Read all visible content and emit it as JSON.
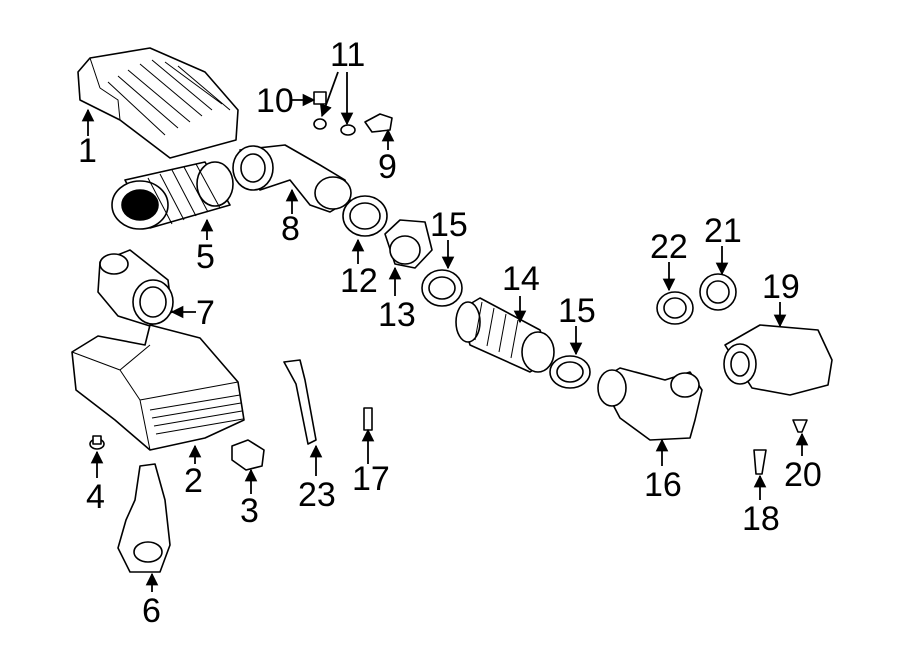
{
  "callouts": {
    "c1": "1",
    "c2": "2",
    "c3": "3",
    "c4": "4",
    "c5": "5",
    "c6": "6",
    "c7": "7",
    "c8": "8",
    "c9": "9",
    "c10": "10",
    "c11": "11",
    "c12": "12",
    "c13": "13",
    "c14": "14",
    "c15a": "15",
    "c15b": "15",
    "c16": "16",
    "c17": "17",
    "c18": "18",
    "c19": "19",
    "c20": "20",
    "c21": "21",
    "c22": "22",
    "c23": "23"
  },
  "colors": {
    "line": "#000000",
    "background": "#ffffff"
  }
}
